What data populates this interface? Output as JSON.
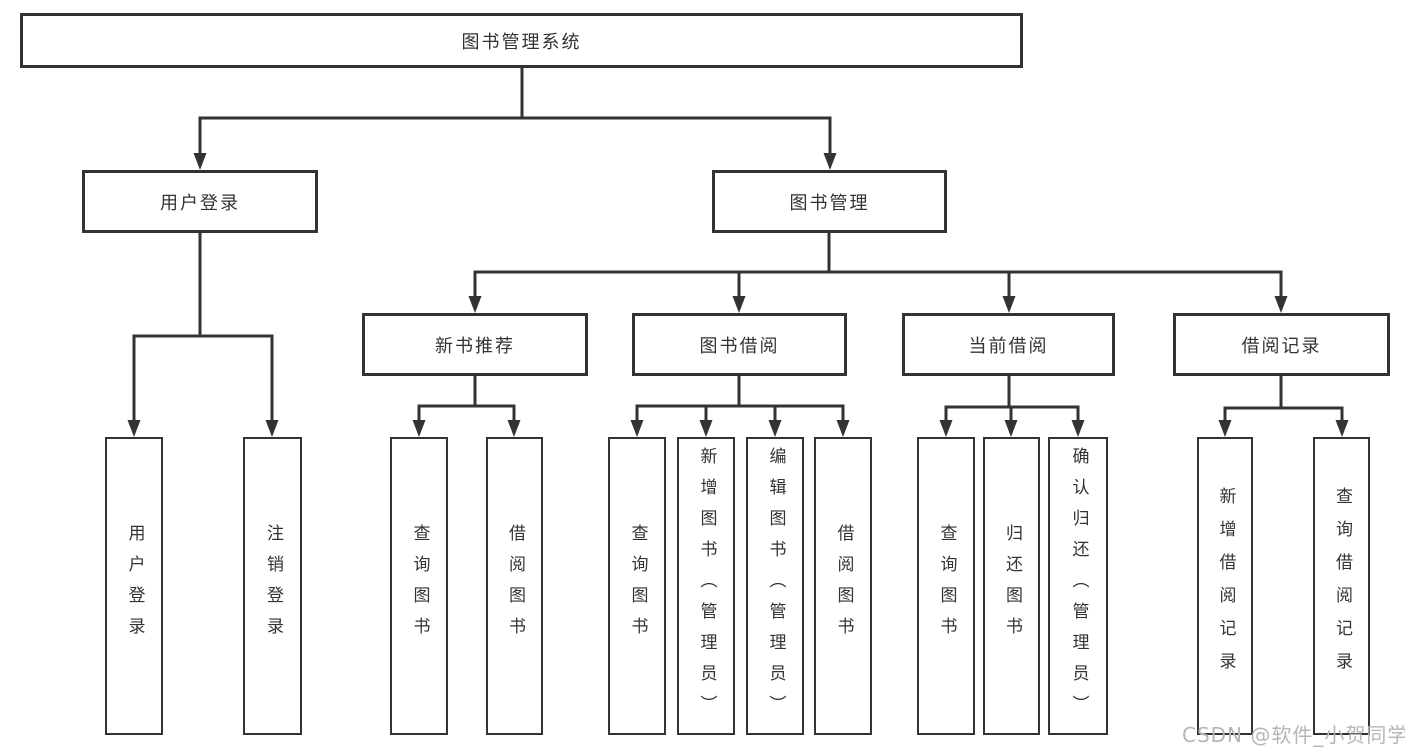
{
  "page": {
    "background_color": "#ffffff",
    "line_color": "#333333"
  },
  "watermark": {
    "text": "CSDN @软件_小贺同学",
    "color": "#b6b6b6"
  },
  "tree": {
    "root": {
      "label": "图书管理系统",
      "children": [
        {
          "label": "用户登录",
          "children": [
            {
              "label": "用户登录"
            },
            {
              "label": "注销登录"
            }
          ]
        },
        {
          "label": "图书管理",
          "children": [
            {
              "label": "新书推荐",
              "children": [
                {
                  "label": "查询图书"
                },
                {
                  "label": "借阅图书"
                }
              ]
            },
            {
              "label": "图书借阅",
              "children": [
                {
                  "label": "查询图书"
                },
                {
                  "label": "新增图书（管理员）"
                },
                {
                  "label": "编辑图书（管理员）"
                },
                {
                  "label": "借阅图书"
                }
              ]
            },
            {
              "label": "当前借阅",
              "children": [
                {
                  "label": "查询图书"
                },
                {
                  "label": "归还图书"
                },
                {
                  "label": "确认归还（管理员）"
                }
              ]
            },
            {
              "label": "借阅记录",
              "children": [
                {
                  "label": "新增借阅记录"
                },
                {
                  "label": "查询借阅记录"
                }
              ]
            }
          ]
        }
      ]
    }
  }
}
